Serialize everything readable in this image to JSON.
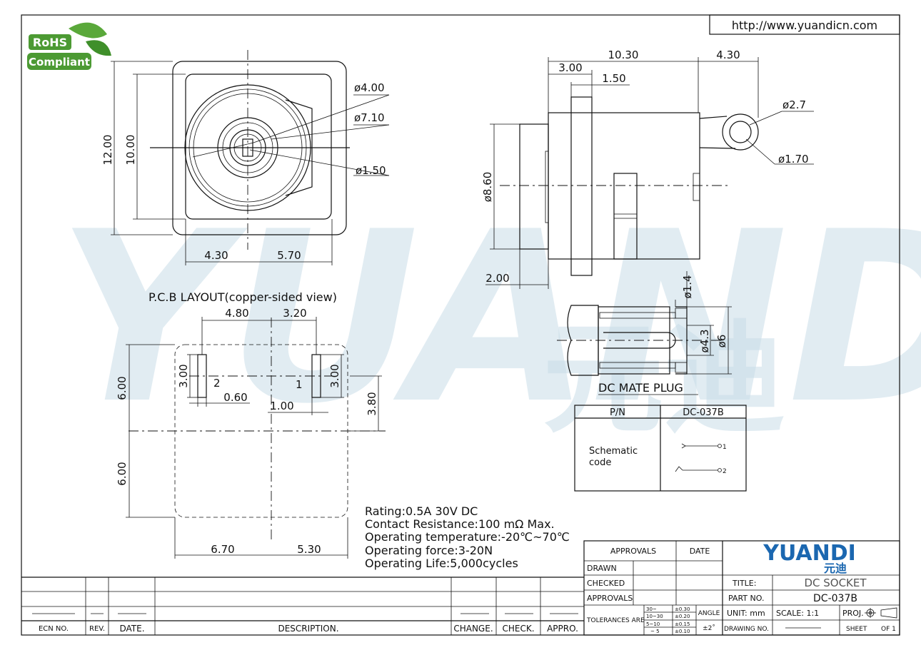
{
  "header": {
    "website": "http://www.yuandicn.com",
    "rohs_line1": "RoHS",
    "rohs_line2": "Compliant"
  },
  "watermark": {
    "text": "YUANDI",
    "cn": "元迪"
  },
  "front_view": {
    "dims": {
      "d400": "ø4.00",
      "d710": "ø7.10",
      "d150": "ø1.50",
      "h1200": "12.00",
      "h1000": "10.00",
      "w430": "4.30",
      "w570": "5.70"
    }
  },
  "side_view": {
    "dims": {
      "l1030": "10.30",
      "l430": "4.30",
      "l300": "3.00",
      "l150": "1.50",
      "d27": "ø2.7",
      "d170": "ø1.70",
      "d860": "ø8.60",
      "l200": "2.00"
    }
  },
  "plug": {
    "label": "DC MATE PLUG",
    "dims": {
      "d14": "ø1.4",
      "d43": "ø4.3",
      "d6": "ø6"
    }
  },
  "pcb": {
    "title": "P.C.B LAYOUT(copper-sided view)",
    "dims": {
      "w480": "4.80",
      "w320": "3.20",
      "pad_h_left": "3.00",
      "pad_h_right": "3.00",
      "w060": "0.60",
      "w100": "1.00",
      "h380": "3.80",
      "h600a": "6.00",
      "h600b": "6.00",
      "w670": "6.70",
      "w530": "5.30"
    },
    "pin2": "2",
    "pin1": "1"
  },
  "schematic_table": {
    "header_pn": "P/N",
    "header_part": "DC-037B",
    "label_line1": "Schematic",
    "label_line2": "code",
    "pin1": "1",
    "pin2": "2"
  },
  "specs": [
    "Rating:0.5A  30V  DC",
    "Contact  Resistance:100  mΩ  Max.",
    "Operating  temperature:-20℃~70℃",
    "Operating  force:3-20N",
    "Operating  Life:5,000cycles"
  ],
  "title_block": {
    "approvals": "APPROVALS",
    "date": "DATE",
    "drawn": "DRAWN",
    "checked": "CHECKED",
    "approvals2": "APPROVALS",
    "tolerances": "TOLERANCES ARE",
    "tol_ranges": [
      "30~",
      "10~30",
      "5~10",
      "~ 5"
    ],
    "tol_values": [
      "±0.30",
      "±0.20",
      "±0.15",
      "±0.10"
    ],
    "angle": "ANGLE",
    "angle_value": "±2˚",
    "brand": "YUANDI",
    "brand_cn": "元迪",
    "title_label": "TITLE:",
    "title_value": "DC SOCKET",
    "part_label": "PART NO.",
    "part_value": "DC-037B",
    "unit": "UNIT:  mm",
    "scale": "SCALE:   1:1",
    "proj": "PROJ.",
    "drawing_no": "DRAWING NO.",
    "sheet": "SHEET",
    "of": "OF  1"
  },
  "revision_block": {
    "ecn": "ECN NO.",
    "rev": "REV.",
    "date": "DATE.",
    "description": "DESCRIPTION.",
    "change": "CHANGE.",
    "check": "CHECK.",
    "appro": "APPRO."
  }
}
